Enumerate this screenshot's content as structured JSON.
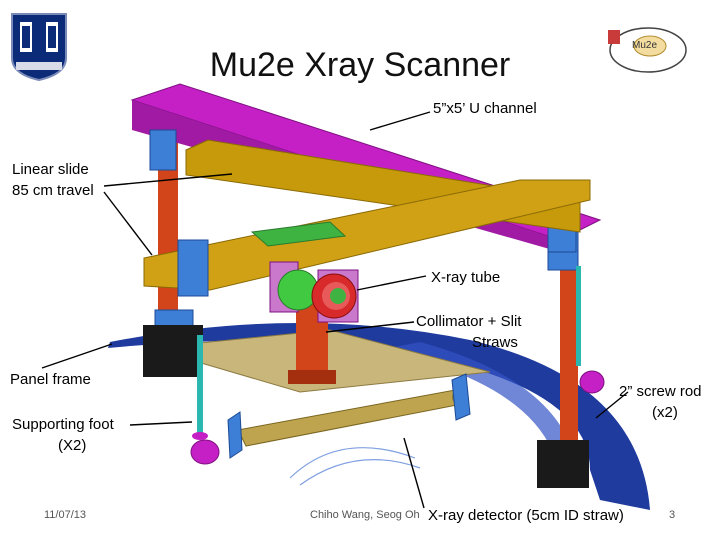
{
  "slide": {
    "title": "Mu2e Xray Scanner",
    "labels": {
      "u_channel": "5”x5’ U channel",
      "linear_slide_1": "Linear slide",
      "linear_slide_2": "85 cm travel",
      "xray_tube": "X-ray tube",
      "collimator_1": "Collimator + Slit",
      "collimator_2": "Straws",
      "panel_frame": "Panel frame",
      "screw_rod_1": "2” screw rod",
      "screw_rod_2": "(x2)",
      "support_foot_1": "Supporting foot",
      "support_foot_2": "(X2)",
      "detector": "X-ray detector (5cm ID straw)"
    },
    "footer": {
      "date": "11/07/13",
      "authors": "Chiho Wang, Seog Oh",
      "page": "3"
    },
    "logo_right_text": "Mu2e",
    "colors": {
      "u_channel": "#c51fc6",
      "linear_slide": "#c79a0b",
      "carriage": "#3d7fd6",
      "columns": "#d2451a",
      "table": "#c8b67a",
      "arc": "#1f3b9e",
      "tube_green": "#42c942",
      "rods": "#2ab7b0"
    }
  }
}
